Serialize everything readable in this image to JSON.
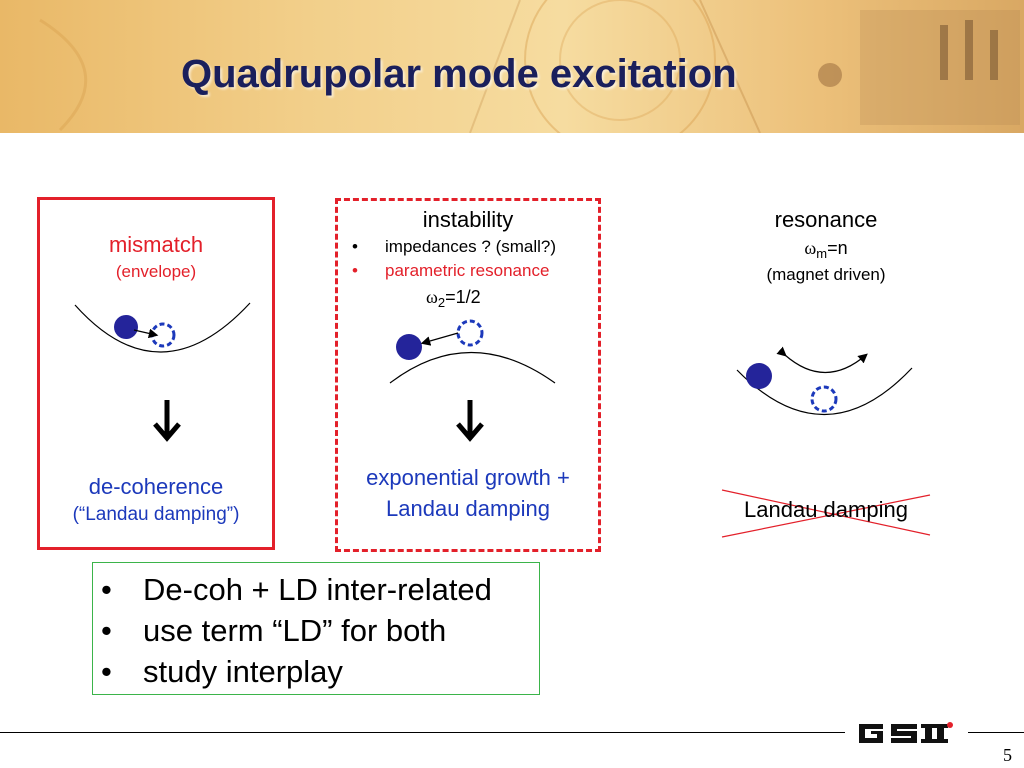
{
  "slide": {
    "title": "Quadrupolar mode excitation",
    "page_number": "5"
  },
  "mismatch": {
    "heading": "mismatch",
    "subheading": "(envelope)",
    "result_line1": "de-coherence",
    "result_line2": "(“Landau damping”)"
  },
  "instability": {
    "heading": "instability",
    "bullets": [
      "impedances ? (small?)",
      "parametric resonance"
    ],
    "bullet_char": "•",
    "omega_symbol": "ω",
    "omega_sub": "2",
    "omega_value": "=1/2",
    "result_line1": "exponential growth +",
    "result_line2": "Landau damping"
  },
  "resonance": {
    "heading": "resonance",
    "omega_symbol": "ω",
    "omega_sub": "m",
    "omega_value": "=n",
    "subheading": "(magnet driven)",
    "result": "Landau damping"
  },
  "notes": {
    "bullet_char": "•",
    "items": [
      "De-coh + LD inter-related",
      "use term “LD” for both",
      "study interplay"
    ]
  },
  "colors": {
    "title": "#1a1f5c",
    "accent_red": "#e3202a",
    "dot_blue": "#24249a",
    "dashed_blue": "#1c39bb",
    "note_border": "#3bb44a"
  },
  "logo_icon": "gsi-logo-icon"
}
